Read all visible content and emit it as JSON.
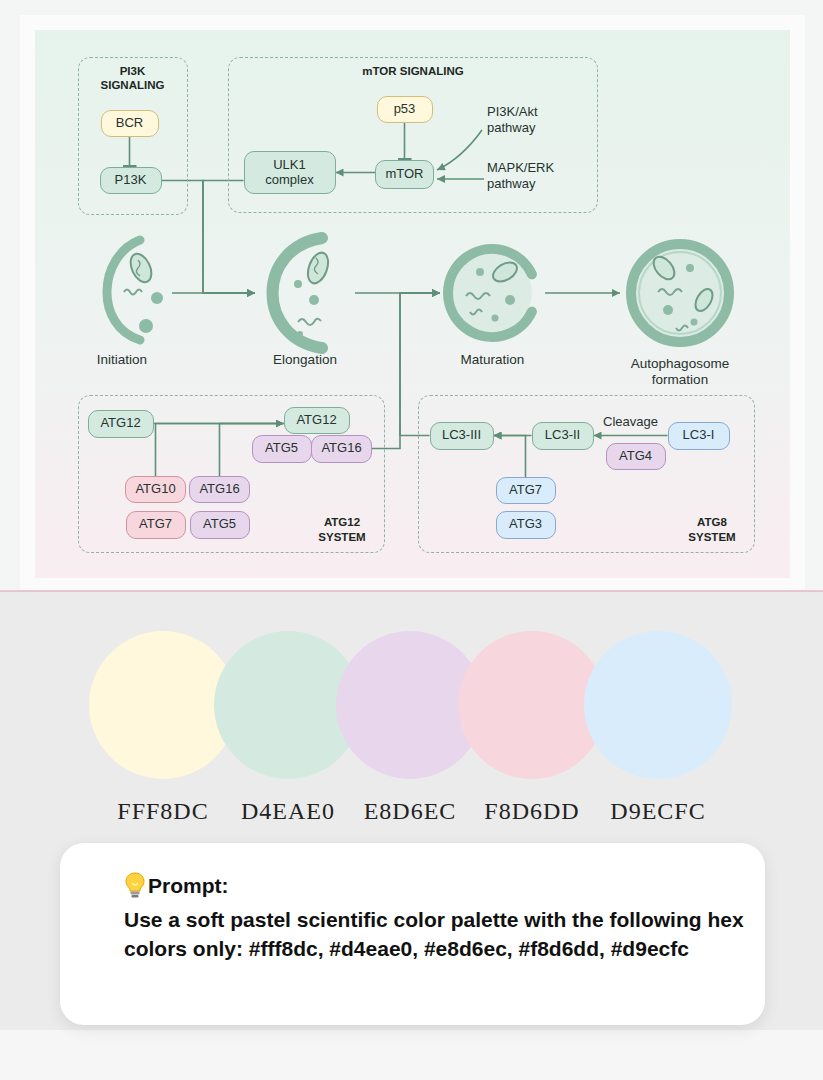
{
  "diagram": {
    "nodes": [
      {
        "text": [
          "PI3K SIGNALING"
        ]
      },
      {
        "text": [
          "BCR"
        ],
        "in": 0
      },
      {
        "text": [
          "P13K"
        ],
        "in": 0
      },
      {
        "text": [
          "mTOR SIGNALING"
        ]
      },
      {
        "text": [
          "p53"
        ],
        "in": 3
      },
      {
        "text": [
          "ULK1 complex"
        ],
        "in": 3
      },
      {
        "text": [
          "mTOR"
        ],
        "in": 3
      },
      {
        "text": [
          "Initiation"
        ]
      },
      {
        "text": [
          "Elongation"
        ]
      },
      {
        "text": [
          "Maturation"
        ]
      },
      {
        "text": [
          "Autophagosome formation"
        ]
      },
      {
        "text": [
          "ATG12 SYSTEM"
        ]
      },
      {
        "text": [
          "ATG12"
        ],
        "in": 11
      },
      {
        "text": [
          "ATG12"
        ],
        "in": 11
      },
      {
        "text": [
          "ATG5"
        ],
        "in": 11
      },
      {
        "text": [
          "ATG16"
        ],
        "in": 11
      },
      {
        "text": [
          "ATG10"
        ],
        "in": 11
      },
      {
        "text": [
          "ATG16"
        ],
        "in": 11
      },
      {
        "text": [
          "ATG7"
        ],
        "in": 11
      },
      {
        "text": [
          "ATG5"
        ],
        "in": 11
      },
      {
        "text": [
          "ATG8 SYSTEM"
        ]
      },
      {
        "text": [
          "LC3-III"
        ],
        "in": 20
      },
      {
        "text": [
          "LC3-II"
        ],
        "in": 20
      },
      {
        "text": [
          "LC3-I"
        ],
        "in": 20
      },
      {
        "text": [
          "ATG4"
        ],
        "in": 20
      },
      {
        "text": [
          "ATG7"
        ],
        "in": 20
      },
      {
        "text": [
          "ATG3"
        ],
        "in": 20
      },
      {
        "text": [
          "Prompt:",
          "Use a soft pastel scientific color palette with the following hex colors only: #fff8dc, #d4eae0, #e8d6ec, #f8d6dd, #d9ecfc"
        ]
      }
    ],
    "edges": [
      {
        "from": 1,
        "to": 2,
        "arrow": "to"
      },
      {
        "from": 4,
        "to": 6,
        "arrow": "to"
      },
      {
        "from": 6,
        "to": 5,
        "arrow": "to"
      },
      {
        "from": 2,
        "to": 8,
        "arrow": "to"
      },
      {
        "from": 5,
        "to": 8,
        "arrow": "to"
      },
      {
        "from": 7,
        "to": 8,
        "arrow": "to"
      },
      {
        "from": 8,
        "to": 9,
        "arrow": "to"
      },
      {
        "from": 9,
        "to": 10,
        "arrow": "to"
      },
      {
        "from": 12,
        "to": 13,
        "arrow": "to"
      },
      {
        "from": 16,
        "to": 13,
        "arrow": "to"
      },
      {
        "from": 17,
        "to": 13,
        "arrow": "to"
      },
      {
        "from": 15,
        "to": 9,
        "arrow": "to"
      },
      {
        "from": 21,
        "to": 9,
        "arrow": "to"
      },
      {
        "from": 23,
        "to": 22,
        "label": "Cleavage",
        "arrow": "to"
      },
      {
        "from": 22,
        "to": 21,
        "arrow": "to"
      },
      {
        "from": 25,
        "to": 21,
        "arrow": "to"
      }
    ],
    "labels": [
      "PI3K/Akt pathway",
      "MAPK/ERK pathway"
    ],
    "legend": [
      {
        "text": "FFF8DC",
        "color": "#fff8dc"
      },
      {
        "text": "D4EAE0",
        "color": "#d4eae0"
      },
      {
        "text": "E8D6EC",
        "color": "#e8d6ec"
      },
      {
        "text": "F8D6DD",
        "color": "#f8d6dd"
      },
      {
        "text": "D9ECFC",
        "color": "#d9ecfc"
      }
    ]
  }
}
